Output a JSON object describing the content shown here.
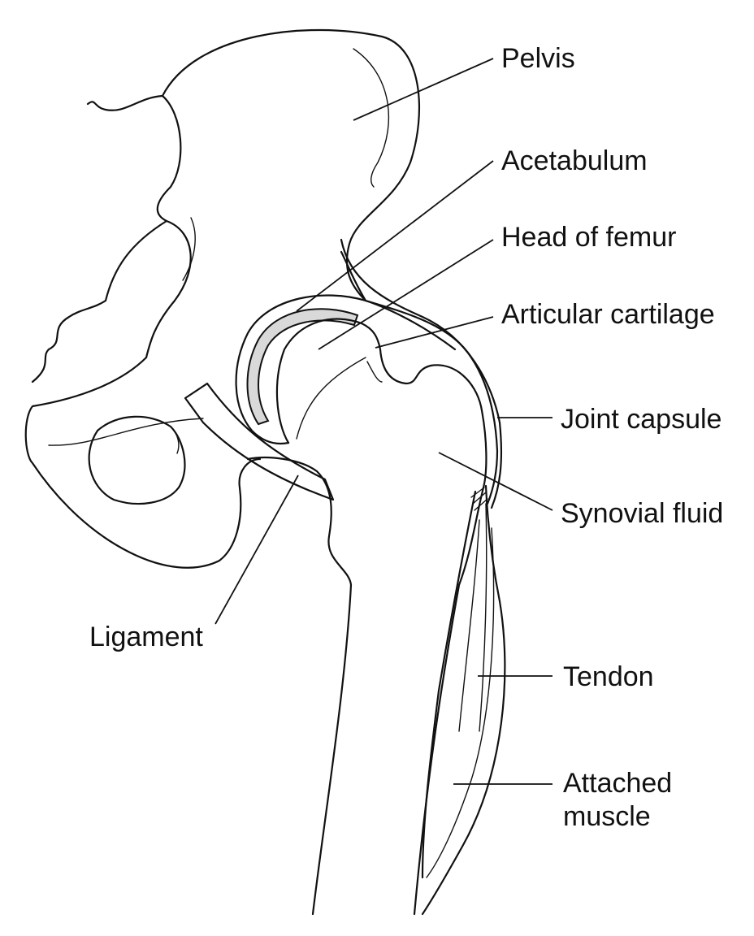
{
  "labels": {
    "pelvis": "Pelvis",
    "acetabulum": "Acetabulum",
    "head_of_femur": "Head of femur",
    "articular_cartilage": "Articular cartilage",
    "joint_capsule": "Joint capsule",
    "synovial_fluid": "Synovial fluid",
    "ligament": "Ligament",
    "tendon": "Tendon",
    "attached_muscle_line1": "Attached",
    "attached_muscle_line2": "muscle"
  },
  "colors": {
    "line": "#111111",
    "cartilage_fill": "#d9d9d9",
    "background": "#ffffff"
  }
}
